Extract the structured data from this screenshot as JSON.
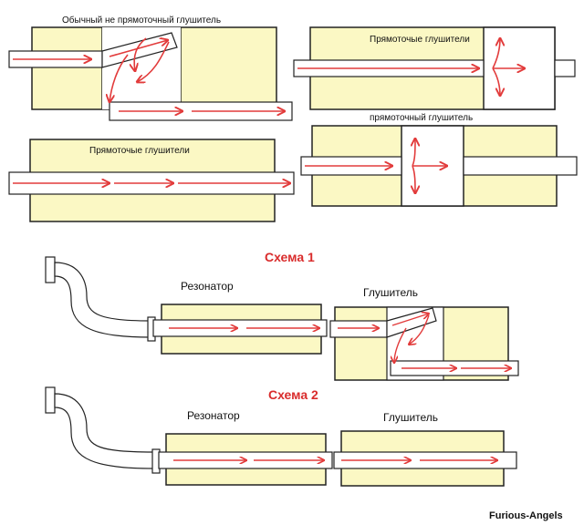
{
  "colors": {
    "body_fill": "#fbf8c4",
    "stroke": "#222222",
    "arrow": "#e23b3b",
    "scheme_title": "#d92c2c",
    "pipe_fill": "#ffffff"
  },
  "labels": {
    "non_straight": "Обычный не прямоточный глушитель",
    "straight_top_right": "Прямоточые глушители",
    "straight_left": "Прямоточые глушители",
    "straight_small": "прямоточный глушитель",
    "scheme1_title": "Схема 1",
    "scheme1_resonator": "Резонатор",
    "scheme1_muffler": "Глушитель",
    "scheme2_title": "Схема 2",
    "scheme2_resonator": "Резонатор",
    "scheme2_muffler": "Глушитель"
  },
  "watermark": "Furious-Angels"
}
